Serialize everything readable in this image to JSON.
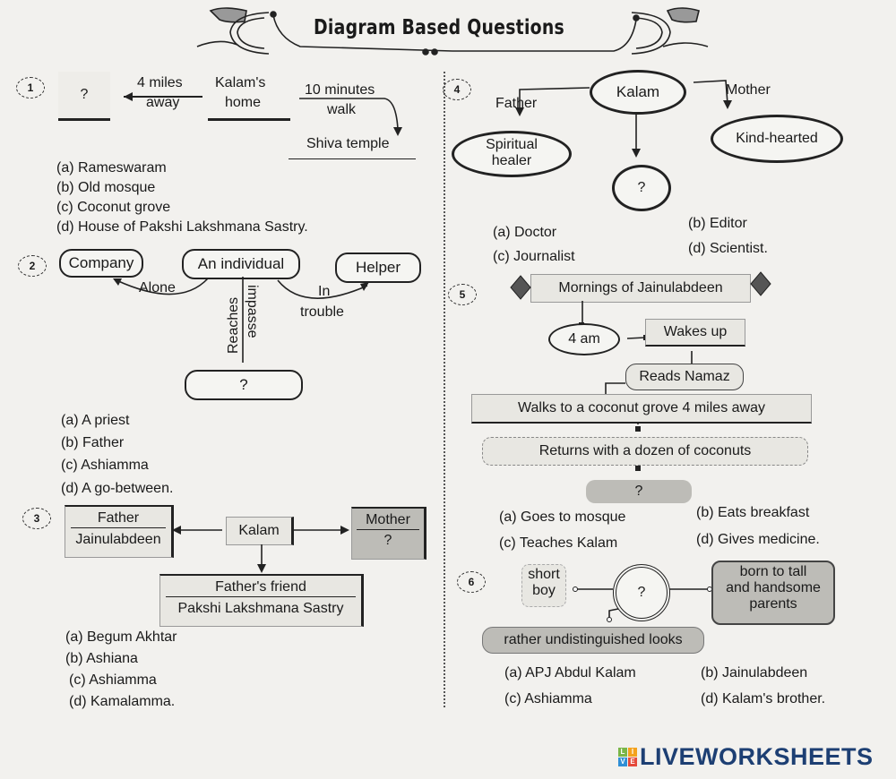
{
  "header": {
    "title": "Diagram Based Questions"
  },
  "q1": {
    "num": "1",
    "unknown": "?",
    "arrow_left_label": [
      "4 miles",
      "away"
    ],
    "center": [
      "Kalam's",
      "home"
    ],
    "arrow_right_label": [
      "10 minutes",
      "walk"
    ],
    "target": "Shiva temple",
    "options": [
      "(a)  Rameswaram",
      "(b)  Old mosque",
      "(c)  Coconut grove",
      "(d)  House of Pakshi Lakshmana Sastry."
    ]
  },
  "q2": {
    "num": "2",
    "company": "Company",
    "individual": "An individual",
    "helper": "Helper",
    "alone": "Alone",
    "in_trouble": [
      "In",
      "trouble"
    ],
    "reaches": "Reaches",
    "impasse": "impasse",
    "unknown": "?",
    "options": [
      "(a)  A priest",
      "(b)  Father",
      "(c)  Ashiamma",
      "(d)  A go-between."
    ]
  },
  "q3": {
    "num": "3",
    "father_label": "Father",
    "father_name": "Jainulabdeen",
    "kalam": "Kalam",
    "mother_label": "Mother",
    "mother_name": "?",
    "friend_label": "Father's friend",
    "friend_name": "Pakshi Lakshmana Sastry",
    "options": [
      "(a)  Begum Akhtar",
      "(b)  Ashiana",
      "(c)  Ashiamma",
      "(d)  Kamalamma."
    ]
  },
  "q4": {
    "num": "4",
    "kalam": "Kalam",
    "father": "Father",
    "mother": "Mother",
    "spiritual": [
      "Spiritual",
      "healer"
    ],
    "kind": "Kind-hearted",
    "unknown": "?",
    "options": [
      "(a)  Doctor",
      "(b)  Editor",
      "(c)  Journalist",
      "(d)  Scientist."
    ]
  },
  "q5": {
    "num": "5",
    "mornings": "Mornings of Jainulabdeen",
    "time": "4 am",
    "wakes": "Wakes up",
    "namaz": "Reads Namaz",
    "walks": "Walks to a coconut grove 4 miles away",
    "returns": "Returns with a dozen of coconuts",
    "unknown": "?",
    "options": [
      "(a)  Goes to mosque",
      "(b)  Eats breakfast",
      "(c)  Teaches Kalam",
      "(d)  Gives medicine."
    ]
  },
  "q6": {
    "num": "6",
    "short": [
      "short",
      "boy"
    ],
    "born": [
      "born to tall",
      "and handsome",
      "parents"
    ],
    "looks": "rather undistinguished looks",
    "unknown": "?",
    "options": [
      "(a)  APJ Abdul Kalam",
      "(b)  Jainulabdeen",
      "(c)  Ashiamma",
      "(d)  Kalam's brother."
    ]
  },
  "logo": {
    "tiles": [
      "L",
      "I",
      "V",
      "E"
    ],
    "word": "LIVEWORKSHEETS",
    "colors": [
      "#7ab648",
      "#f4a21d",
      "#2f8fd6",
      "#e5493a"
    ],
    "text_color": "#1d3f73"
  }
}
